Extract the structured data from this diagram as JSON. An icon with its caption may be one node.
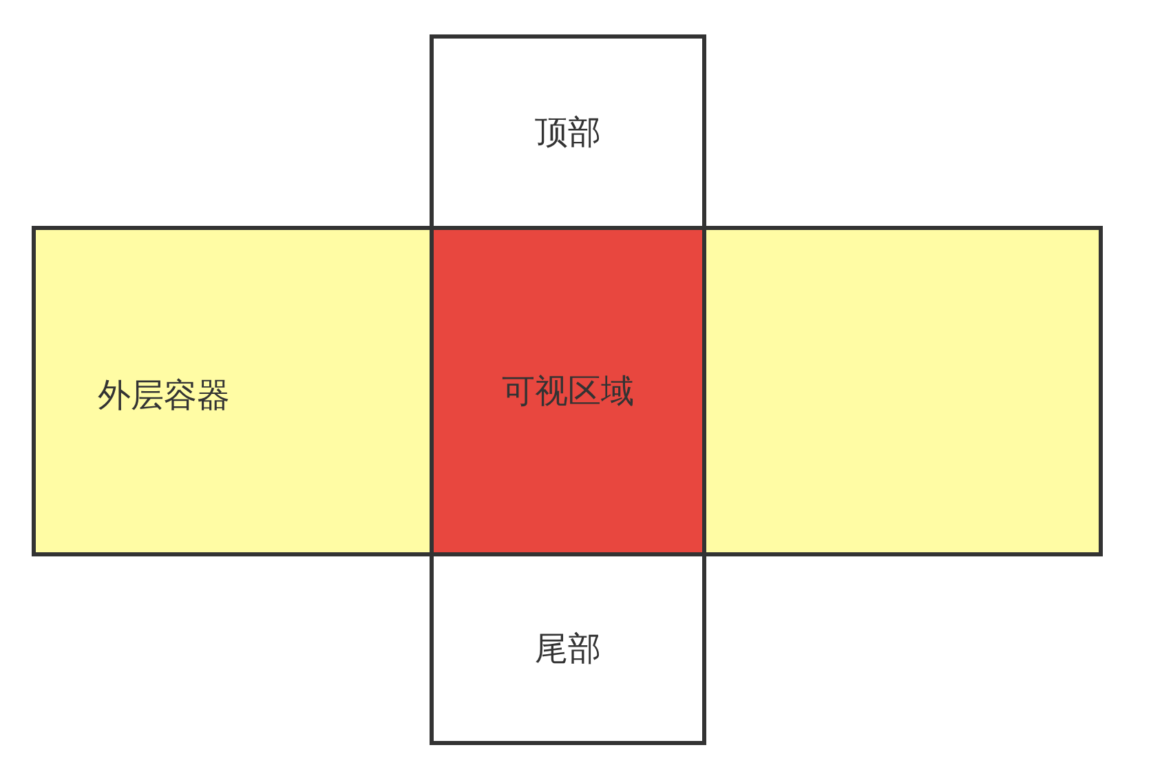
{
  "diagram": {
    "nodes": [
      {
        "text": [
          "顶部"
        ]
      },
      {
        "text": [
          "外层容器"
        ]
      },
      {
        "text": [
          "可视区域"
        ],
        "in": 1
      },
      {
        "text": [
          "尾部"
        ]
      }
    ]
  }
}
